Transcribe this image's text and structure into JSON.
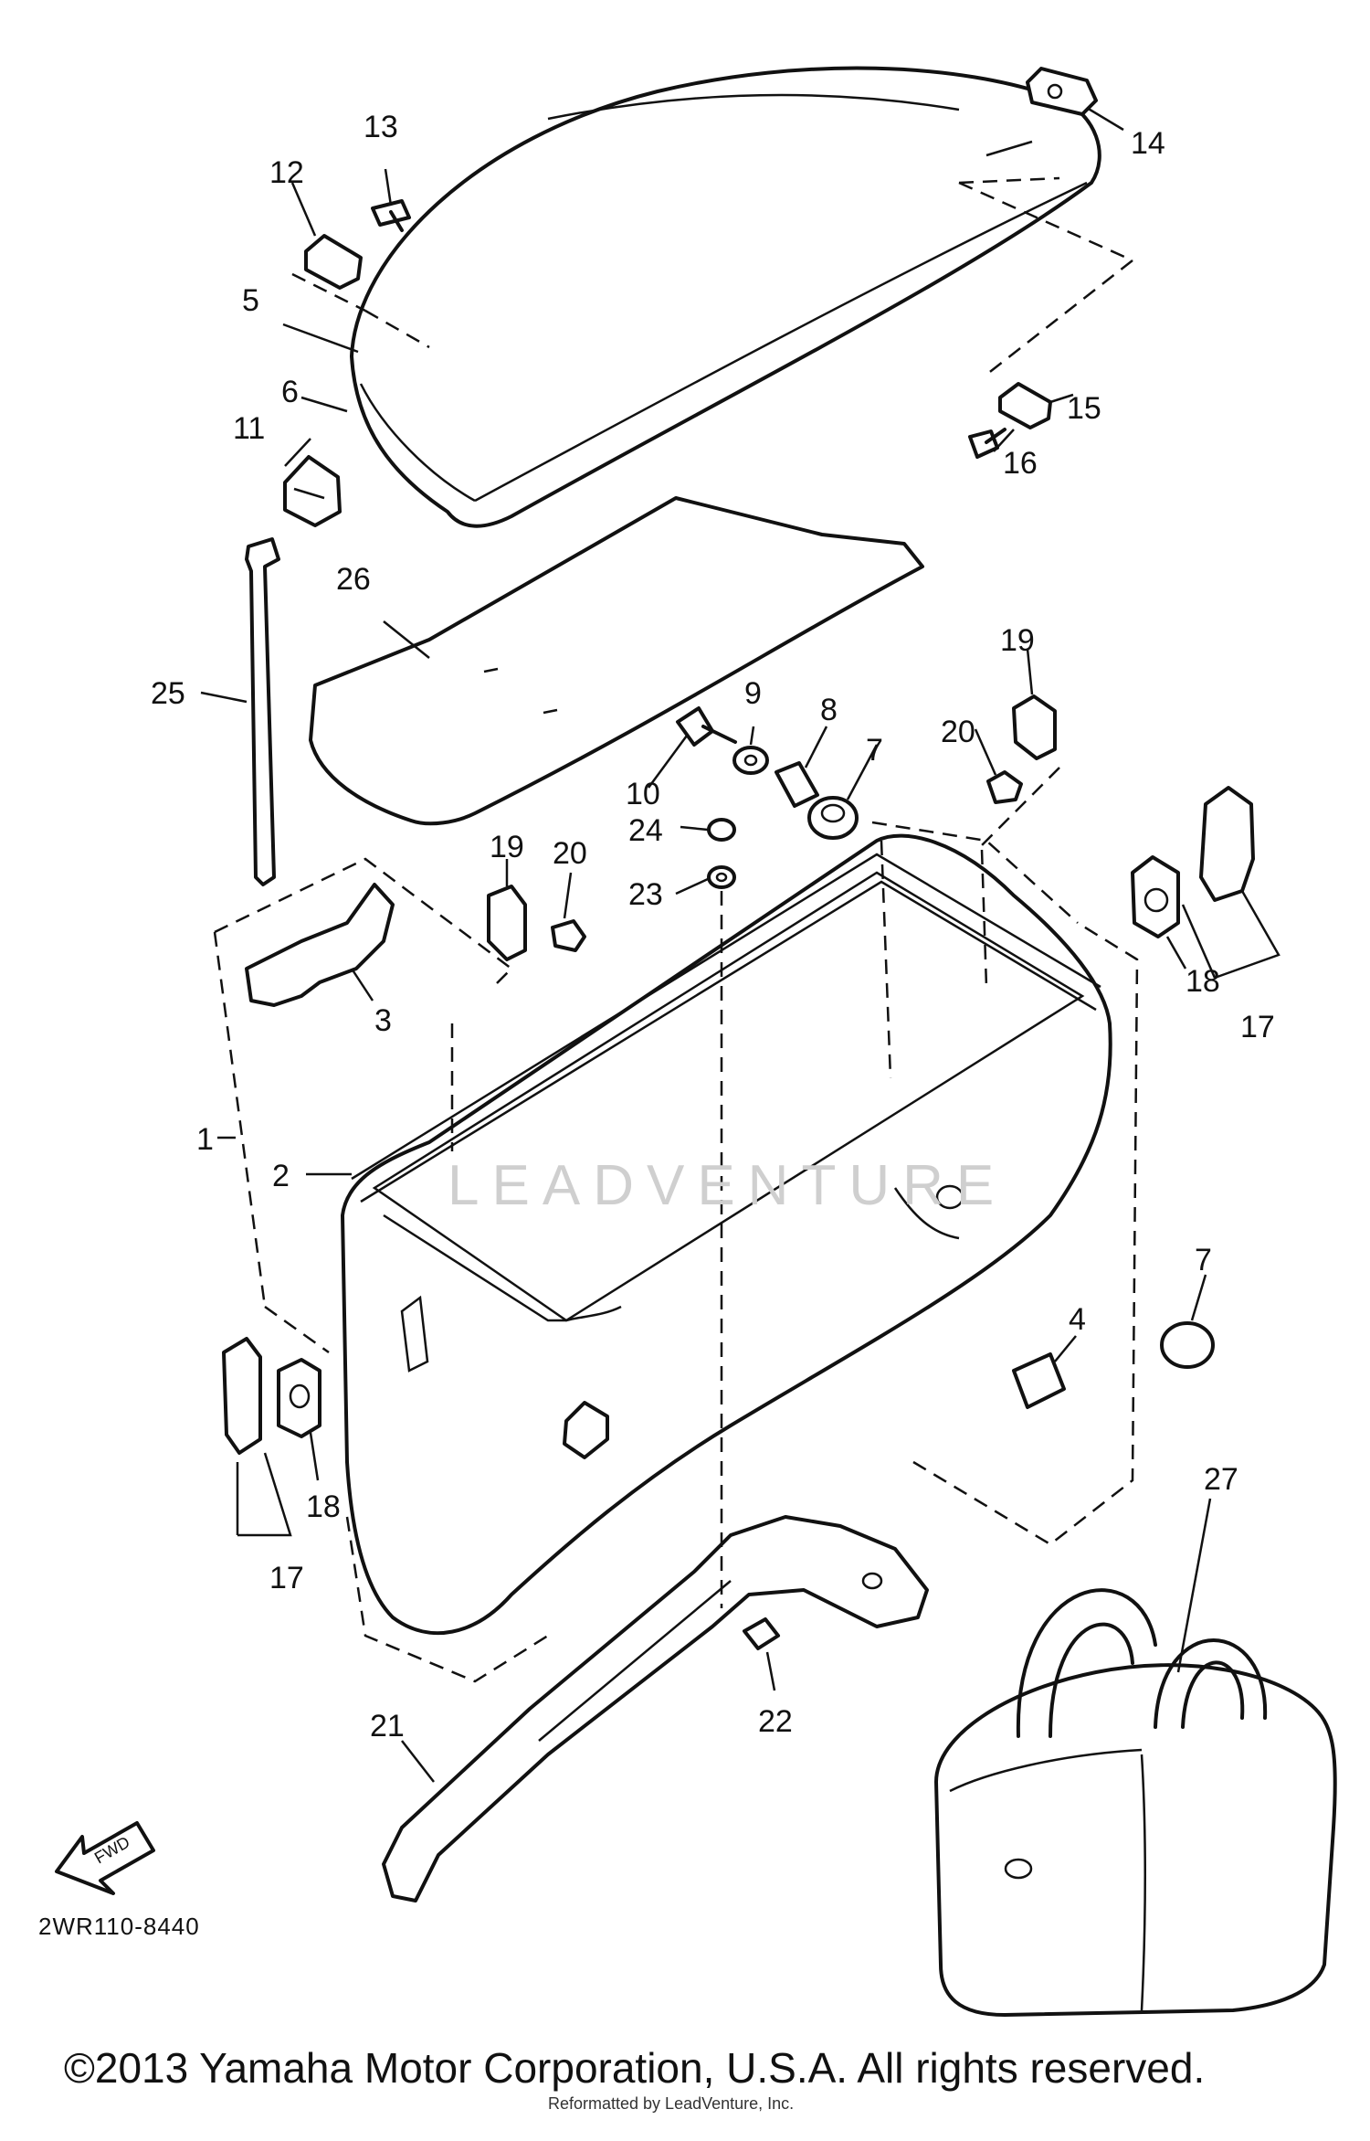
{
  "diagram": {
    "code": "2WR110-8440",
    "copyright": "©2013 Yamaha Motor Corporation, U.S.A. All rights reserved.",
    "watermark": "LEADVENTURE",
    "reseller_note": "Reformatted by LeadVenture, Inc.",
    "fwd_label": "FWD",
    "callouts": {
      "c1": "1",
      "c2": "2",
      "c3": "3",
      "c4": "4",
      "c5": "5",
      "c6": "6",
      "c7a": "7",
      "c7b": "7",
      "c8": "8",
      "c9": "9",
      "c10": "10",
      "c11": "11",
      "c12": "12",
      "c13": "13",
      "c14": "14",
      "c15": "15",
      "c16": "16",
      "c17a": "17",
      "c17b": "17",
      "c18a": "18",
      "c18b": "18",
      "c19a": "19",
      "c19b": "19",
      "c20a": "20",
      "c20b": "20",
      "c21": "21",
      "c22": "22",
      "c23": "23",
      "c24": "24",
      "c25": "25",
      "c26": "26",
      "c27": "27"
    }
  }
}
